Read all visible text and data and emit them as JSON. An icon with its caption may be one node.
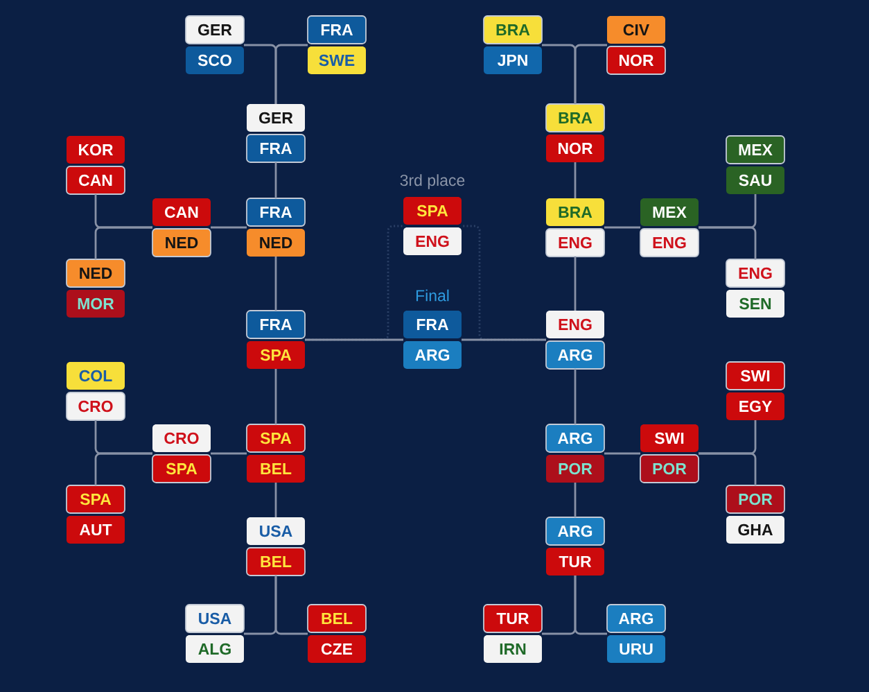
{
  "diagram": {
    "nodes": [
      {
        "text": [
          "GER"
        ]
      },
      {
        "text": [
          "SCO"
        ]
      },
      {
        "text": [
          "FRA"
        ]
      },
      {
        "text": [
          "SWE"
        ]
      },
      {
        "text": [
          "BRA"
        ]
      },
      {
        "text": [
          "JPN"
        ]
      },
      {
        "text": [
          "CIV"
        ]
      },
      {
        "text": [
          "NOR"
        ]
      },
      {
        "text": [
          "GER"
        ]
      },
      {
        "text": [
          "FRA"
        ]
      },
      {
        "text": [
          "BRA"
        ]
      },
      {
        "text": [
          "NOR"
        ]
      },
      {
        "text": [
          "KOR"
        ]
      },
      {
        "text": [
          "CAN"
        ]
      },
      {
        "text": [
          "MEX"
        ]
      },
      {
        "text": [
          "SAU"
        ]
      },
      {
        "text": [
          "CAN"
        ]
      },
      {
        "text": [
          "NED"
        ]
      },
      {
        "text": [
          "FRA"
        ]
      },
      {
        "text": [
          "NED"
        ]
      },
      {
        "text": [
          "SPA"
        ]
      },
      {
        "text": [
          "ENG"
        ]
      },
      {
        "text": [
          "BRA"
        ]
      },
      {
        "text": [
          "ENG"
        ]
      },
      {
        "text": [
          "MEX"
        ]
      },
      {
        "text": [
          "ENG"
        ]
      },
      {
        "text": [
          "NED"
        ]
      },
      {
        "text": [
          "MOR"
        ]
      },
      {
        "text": [
          "ENG"
        ]
      },
      {
        "text": [
          "SEN"
        ]
      },
      {
        "text": [
          "FRA"
        ]
      },
      {
        "text": [
          "SPA"
        ]
      },
      {
        "text": [
          "FRA"
        ]
      },
      {
        "text": [
          "ARG"
        ]
      },
      {
        "text": [
          "ENG"
        ]
      },
      {
        "text": [
          "ARG"
        ]
      },
      {
        "text": [
          "COL"
        ]
      },
      {
        "text": [
          "CRO"
        ]
      },
      {
        "text": [
          "SWI"
        ]
      },
      {
        "text": [
          "EGY"
        ]
      },
      {
        "text": [
          "CRO"
        ]
      },
      {
        "text": [
          "SPA"
        ]
      },
      {
        "text": [
          "SPA"
        ]
      },
      {
        "text": [
          "BEL"
        ]
      },
      {
        "text": [
          "ARG"
        ]
      },
      {
        "text": [
          "POR"
        ]
      },
      {
        "text": [
          "SWI"
        ]
      },
      {
        "text": [
          "POR"
        ]
      },
      {
        "text": [
          "SPA"
        ]
      },
      {
        "text": [
          "AUT"
        ]
      },
      {
        "text": [
          "POR"
        ]
      },
      {
        "text": [
          "GHA"
        ]
      },
      {
        "text": [
          "USA"
        ]
      },
      {
        "text": [
          "BEL"
        ]
      },
      {
        "text": [
          "ARG"
        ]
      },
      {
        "text": [
          "TUR"
        ]
      },
      {
        "text": [
          "USA"
        ]
      },
      {
        "text": [
          "ALG"
        ]
      },
      {
        "text": [
          "BEL"
        ]
      },
      {
        "text": [
          "CZE"
        ]
      },
      {
        "text": [
          "TUR"
        ]
      },
      {
        "text": [
          "IRN"
        ]
      },
      {
        "text": [
          "ARG"
        ]
      },
      {
        "text": [
          "URU"
        ]
      }
    ],
    "edges": [
      {
        "from": 0,
        "to": 8,
        "arrow": "none"
      },
      {
        "from": 2,
        "to": 8,
        "arrow": "none"
      },
      {
        "from": 4,
        "to": 10,
        "arrow": "none"
      },
      {
        "from": 7,
        "to": 10,
        "arrow": "none"
      },
      {
        "from": 9,
        "to": 18,
        "arrow": "none"
      },
      {
        "from": 11,
        "to": 22,
        "arrow": "none"
      },
      {
        "from": 13,
        "to": 16,
        "arrow": "none"
      },
      {
        "from": 26,
        "to": 17,
        "arrow": "none"
      },
      {
        "from": 15,
        "to": 24,
        "arrow": "none"
      },
      {
        "from": 28,
        "to": 25,
        "arrow": "none"
      },
      {
        "from": 17,
        "to": 19,
        "arrow": "none"
      },
      {
        "from": 25,
        "to": 23,
        "arrow": "none"
      },
      {
        "from": 19,
        "to": 30,
        "arrow": "none"
      },
      {
        "from": 23,
        "to": 34,
        "arrow": "none"
      },
      {
        "from": 30,
        "to": 32,
        "arrow": "none"
      },
      {
        "from": 35,
        "to": 33,
        "arrow": "none"
      },
      {
        "from": 31,
        "to": 20,
        "arrow": "none",
        "style": "dashed",
        "color": "#2c4167"
      },
      {
        "from": 34,
        "to": 21,
        "arrow": "none",
        "style": "dashed",
        "color": "#2c4167"
      },
      {
        "from": 42,
        "to": 31,
        "arrow": "none"
      },
      {
        "from": 44,
        "to": 35,
        "arrow": "none"
      },
      {
        "from": 37,
        "to": 40,
        "arrow": "none"
      },
      {
        "from": 48,
        "to": 41,
        "arrow": "none"
      },
      {
        "from": 41,
        "to": 42,
        "arrow": "none"
      },
      {
        "from": 39,
        "to": 46,
        "arrow": "none"
      },
      {
        "from": 50,
        "to": 47,
        "arrow": "none"
      },
      {
        "from": 47,
        "to": 45,
        "arrow": "none"
      },
      {
        "from": 52,
        "to": 43,
        "arrow": "none"
      },
      {
        "from": 54,
        "to": 45,
        "arrow": "none"
      },
      {
        "from": 56,
        "to": 53,
        "arrow": "none"
      },
      {
        "from": 58,
        "to": 53,
        "arrow": "none"
      },
      {
        "from": 60,
        "to": 55,
        "arrow": "none"
      },
      {
        "from": 62,
        "to": 55,
        "arrow": "none"
      }
    ],
    "labels": [
      "3rd place",
      "Final"
    ]
  }
}
